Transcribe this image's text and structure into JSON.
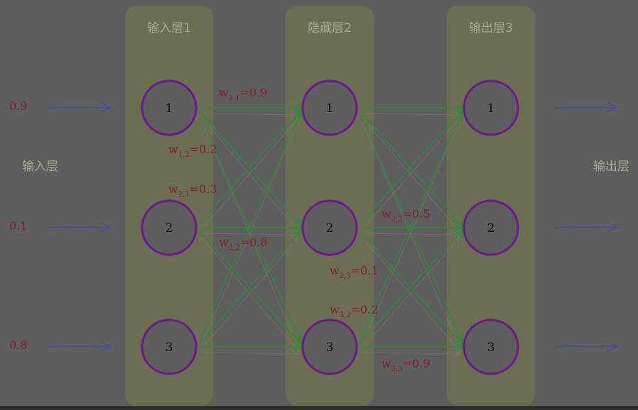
{
  "colors": {
    "background": "#5e5e5e",
    "layer_panel": "#6f7152",
    "node_ring": "#6b1c8a",
    "node_fill": "#5e5e5e",
    "node_text": "#111111",
    "edge_green": "#2f8a3a",
    "edge_faint": "#7c7f6a",
    "input_arrow": "#3f4f9e",
    "weight_text": "#8a1c2a",
    "layer_text": "#a7a890"
  },
  "layers": [
    {
      "title": "输入层1",
      "nodes": [
        "1",
        "2",
        "3"
      ]
    },
    {
      "title": "隐藏层2",
      "nodes": [
        "1",
        "2",
        "3"
      ]
    },
    {
      "title": "输出层3",
      "nodes": [
        "1",
        "2",
        "3"
      ]
    }
  ],
  "side_labels": {
    "left": "输入层",
    "right": "输出层"
  },
  "inputs": [
    "0.9",
    "0.1",
    "0.8"
  ],
  "weight_labels": [
    {
      "sub": "1,1",
      "value": "=0.9"
    },
    {
      "sub": "1,2",
      "value": "=0.2"
    },
    {
      "sub": "2,1",
      "value": "=0.3"
    },
    {
      "sub": "2,2",
      "value": "=0.8"
    },
    {
      "sub": "2,2",
      "value": "=0.5"
    },
    {
      "sub": "2,3",
      "value": "=0.1"
    },
    {
      "sub": "3,2",
      "value": "=0.2"
    },
    {
      "sub": "3,3",
      "value": "=0.9"
    }
  ],
  "edge_icon": "hand-drawn-arrow"
}
